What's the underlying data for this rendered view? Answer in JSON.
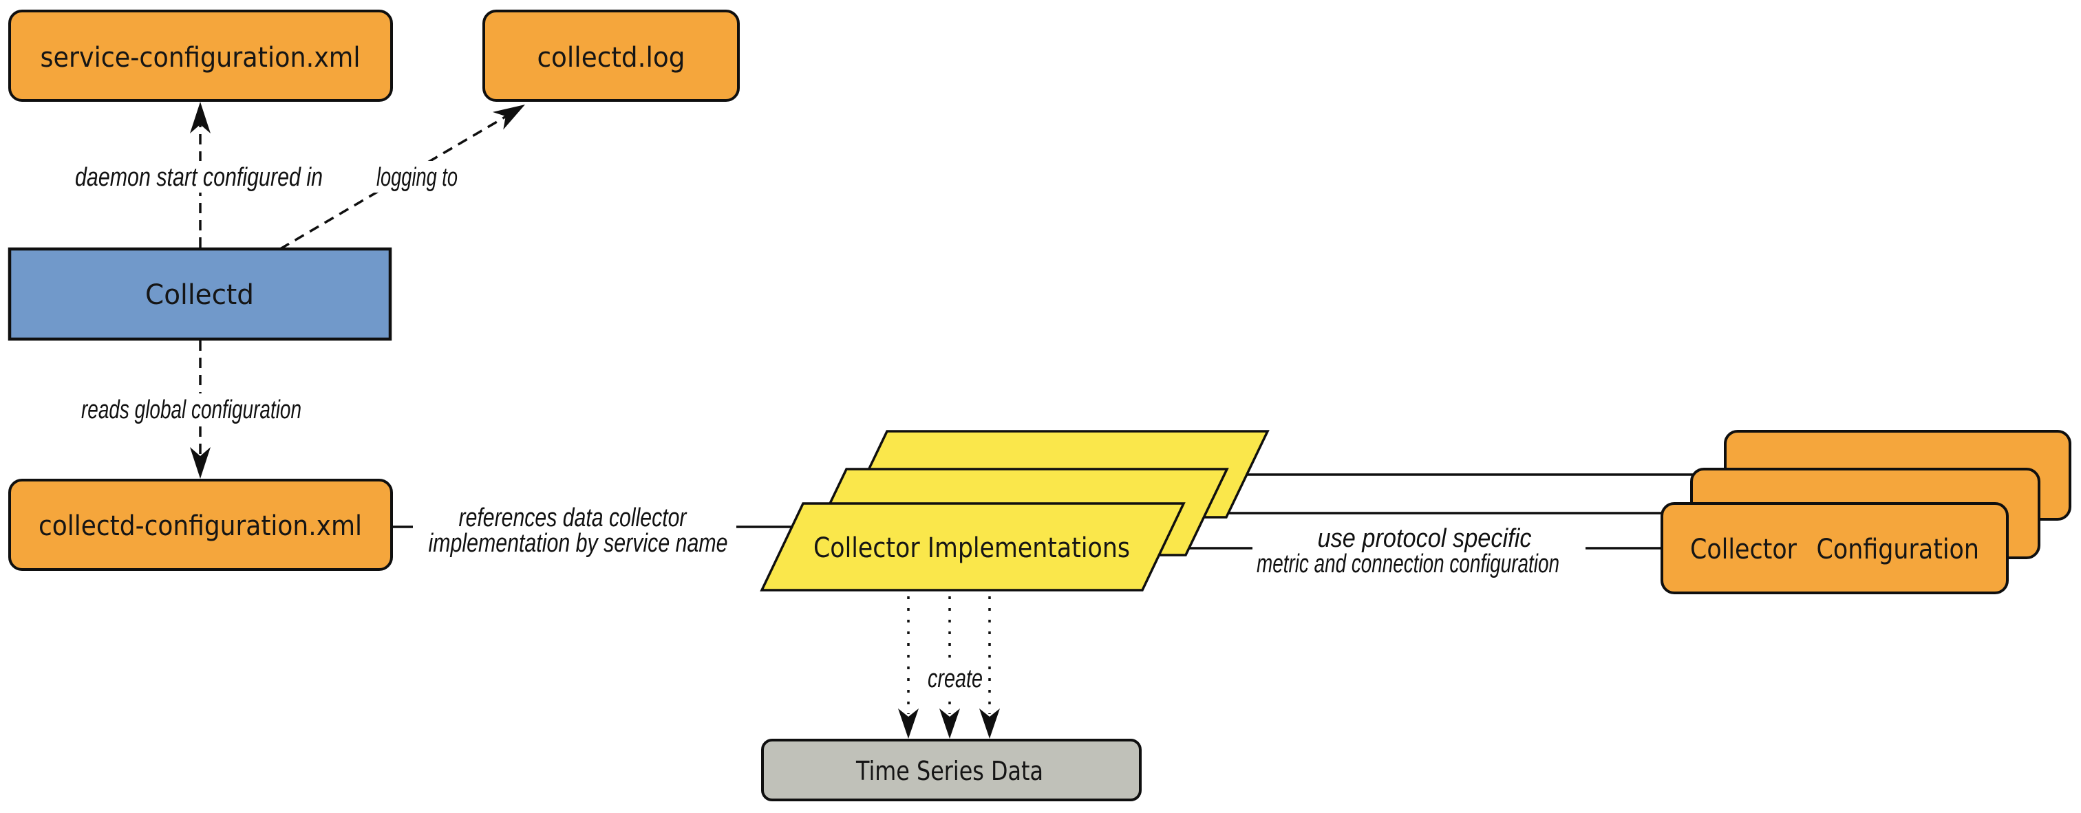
{
  "diagram": {
    "nodes": {
      "service_configuration_xml": "service-configuration.xml",
      "collectd_log": "collectd.log",
      "collectd": "Collectd",
      "collectd_configuration_xml": "collectd-configuration.xml",
      "collector_implementations": "Collector Implementations",
      "collector_configuration": "Collector Configuration",
      "time_series_data": "Time Series Data"
    },
    "edge_labels": {
      "daemon_start": "daemon start configured in",
      "logging_to": "logging to",
      "reads_global": "reads global configuration",
      "references_line1": "references data collector",
      "references_line2": "implementation by service name",
      "use_protocol_line1": "use protocol specific",
      "use_protocol_line2": "metric and connection configuration",
      "create": "create"
    },
    "colors": {
      "file_node_fill": "#F5A63C",
      "process_node_fill": "#7199CA",
      "implementation_node_fill": "#FAE74B",
      "data_store_fill": "#C0C1B9",
      "line_color": "#0F0F0F",
      "background": "#FFFFFF"
    }
  }
}
